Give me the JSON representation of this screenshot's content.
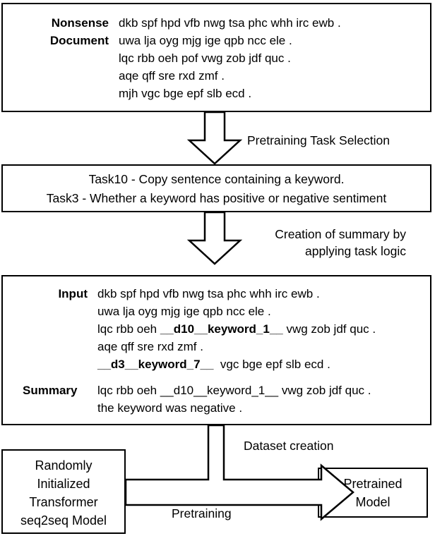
{
  "diagram": {
    "nonsense_document": {
      "label": "Nonsense\nDocument",
      "lines": "dkb spf hpd vfb nwg tsa phc whh irc ewb .\nuwa lja oyg mjg ige qpb ncc ele .\nlqc rbb oeh pof vwg zob jdf quc .\naqe qff sre rxd zmf .\nmjh vgc bge epf slb ecd ."
    },
    "arrow1_caption": "Pretraining Task Selection",
    "tasks": {
      "text": "Task10 - Copy sentence containing a keyword.\nTask3 - Whether a keyword has positive or negative sentiment"
    },
    "arrow2_caption": "Creation of summary by\napplying task logic",
    "example": {
      "input_label": "Input",
      "input_line1": "dkb spf hpd vfb nwg tsa phc whh irc ewb .",
      "input_line2": "uwa lja oyg mjg ige qpb ncc ele .",
      "input_line3_pre": "lqc rbb oeh ",
      "input_line3_kw": "__d10__keyword_1__",
      "input_line3_post": " vwg zob jdf quc .",
      "input_line4": "aqe qff sre rxd zmf .",
      "input_line5_kw": "__d3__keyword_7__",
      "input_line5_post": "  vgc bge epf slb ecd .",
      "summary_label": "Summary",
      "summary_line1": "lqc rbb oeh __d10__keyword_1__ vwg zob jdf quc .",
      "summary_line2": "the keyword was negative ."
    },
    "random_model": {
      "text": "Randomly\nInitialized\nTransformer\nseq2seq Model"
    },
    "pretrained_model": {
      "text": "Pretrained\nModel"
    },
    "dataset_creation_caption": "Dataset creation",
    "pretraining_caption": "Pretraining",
    "colors": {
      "stroke": "#000000",
      "fill": "#ffffff",
      "text": "#000000"
    }
  }
}
